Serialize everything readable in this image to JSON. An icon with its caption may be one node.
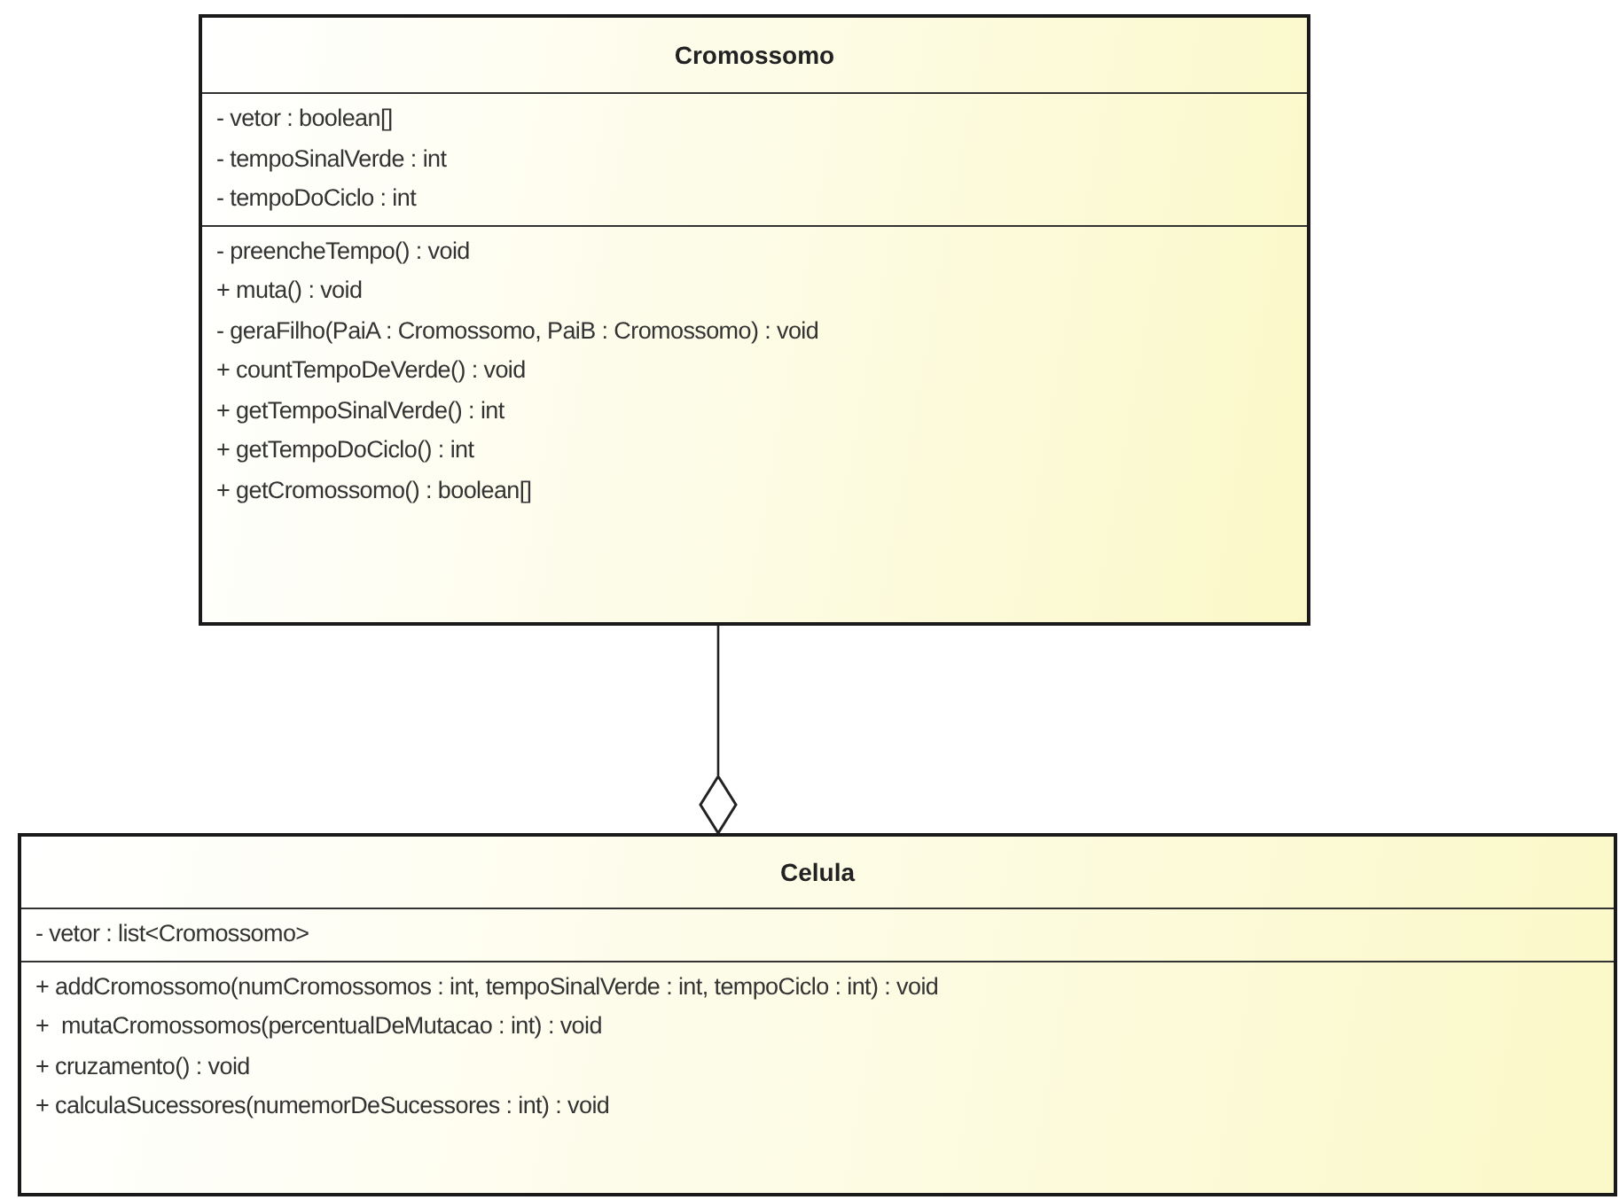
{
  "diagram": {
    "nodes": [
      {
        "text": [
          "Cromossomo"
        ]
      },
      {
        "text": [
          "- vetor : boolean[]",
          "- tempoSinalVerde : int",
          "- tempoDoCiclo : int"
        ],
        "in": 0
      },
      {
        "text": [
          "- preencheTempo() : void",
          "+ muta() : void",
          "- geraFilho(PaiA : Cromossomo, PaiB : Cromossomo) : void",
          "+ countTempoDeVerde() : void",
          "+ getTempoSinalVerde() : int",
          "+ getTempoDoCiclo() : int",
          "+ getCromossomo() : boolean[]"
        ],
        "in": 0
      },
      {
        "text": [
          "Celula"
        ]
      },
      {
        "text": [
          "- vetor : list<Cromossomo>"
        ],
        "in": 3
      },
      {
        "text": [
          "+ addCromossomo(numCromossomos : int, tempoSinalVerde : int, tempoCiclo : int) : void",
          "+  mutaCromossomos(percentualDeMutacao : int) : void",
          "+ cruzamento() : void",
          "+ calculaSucessores(numemorDeSucessores : int) : void"
        ],
        "in": 3
      }
    ],
    "edges": [
      {
        "from": 0,
        "to": 3,
        "arrow": "other"
      }
    ]
  }
}
